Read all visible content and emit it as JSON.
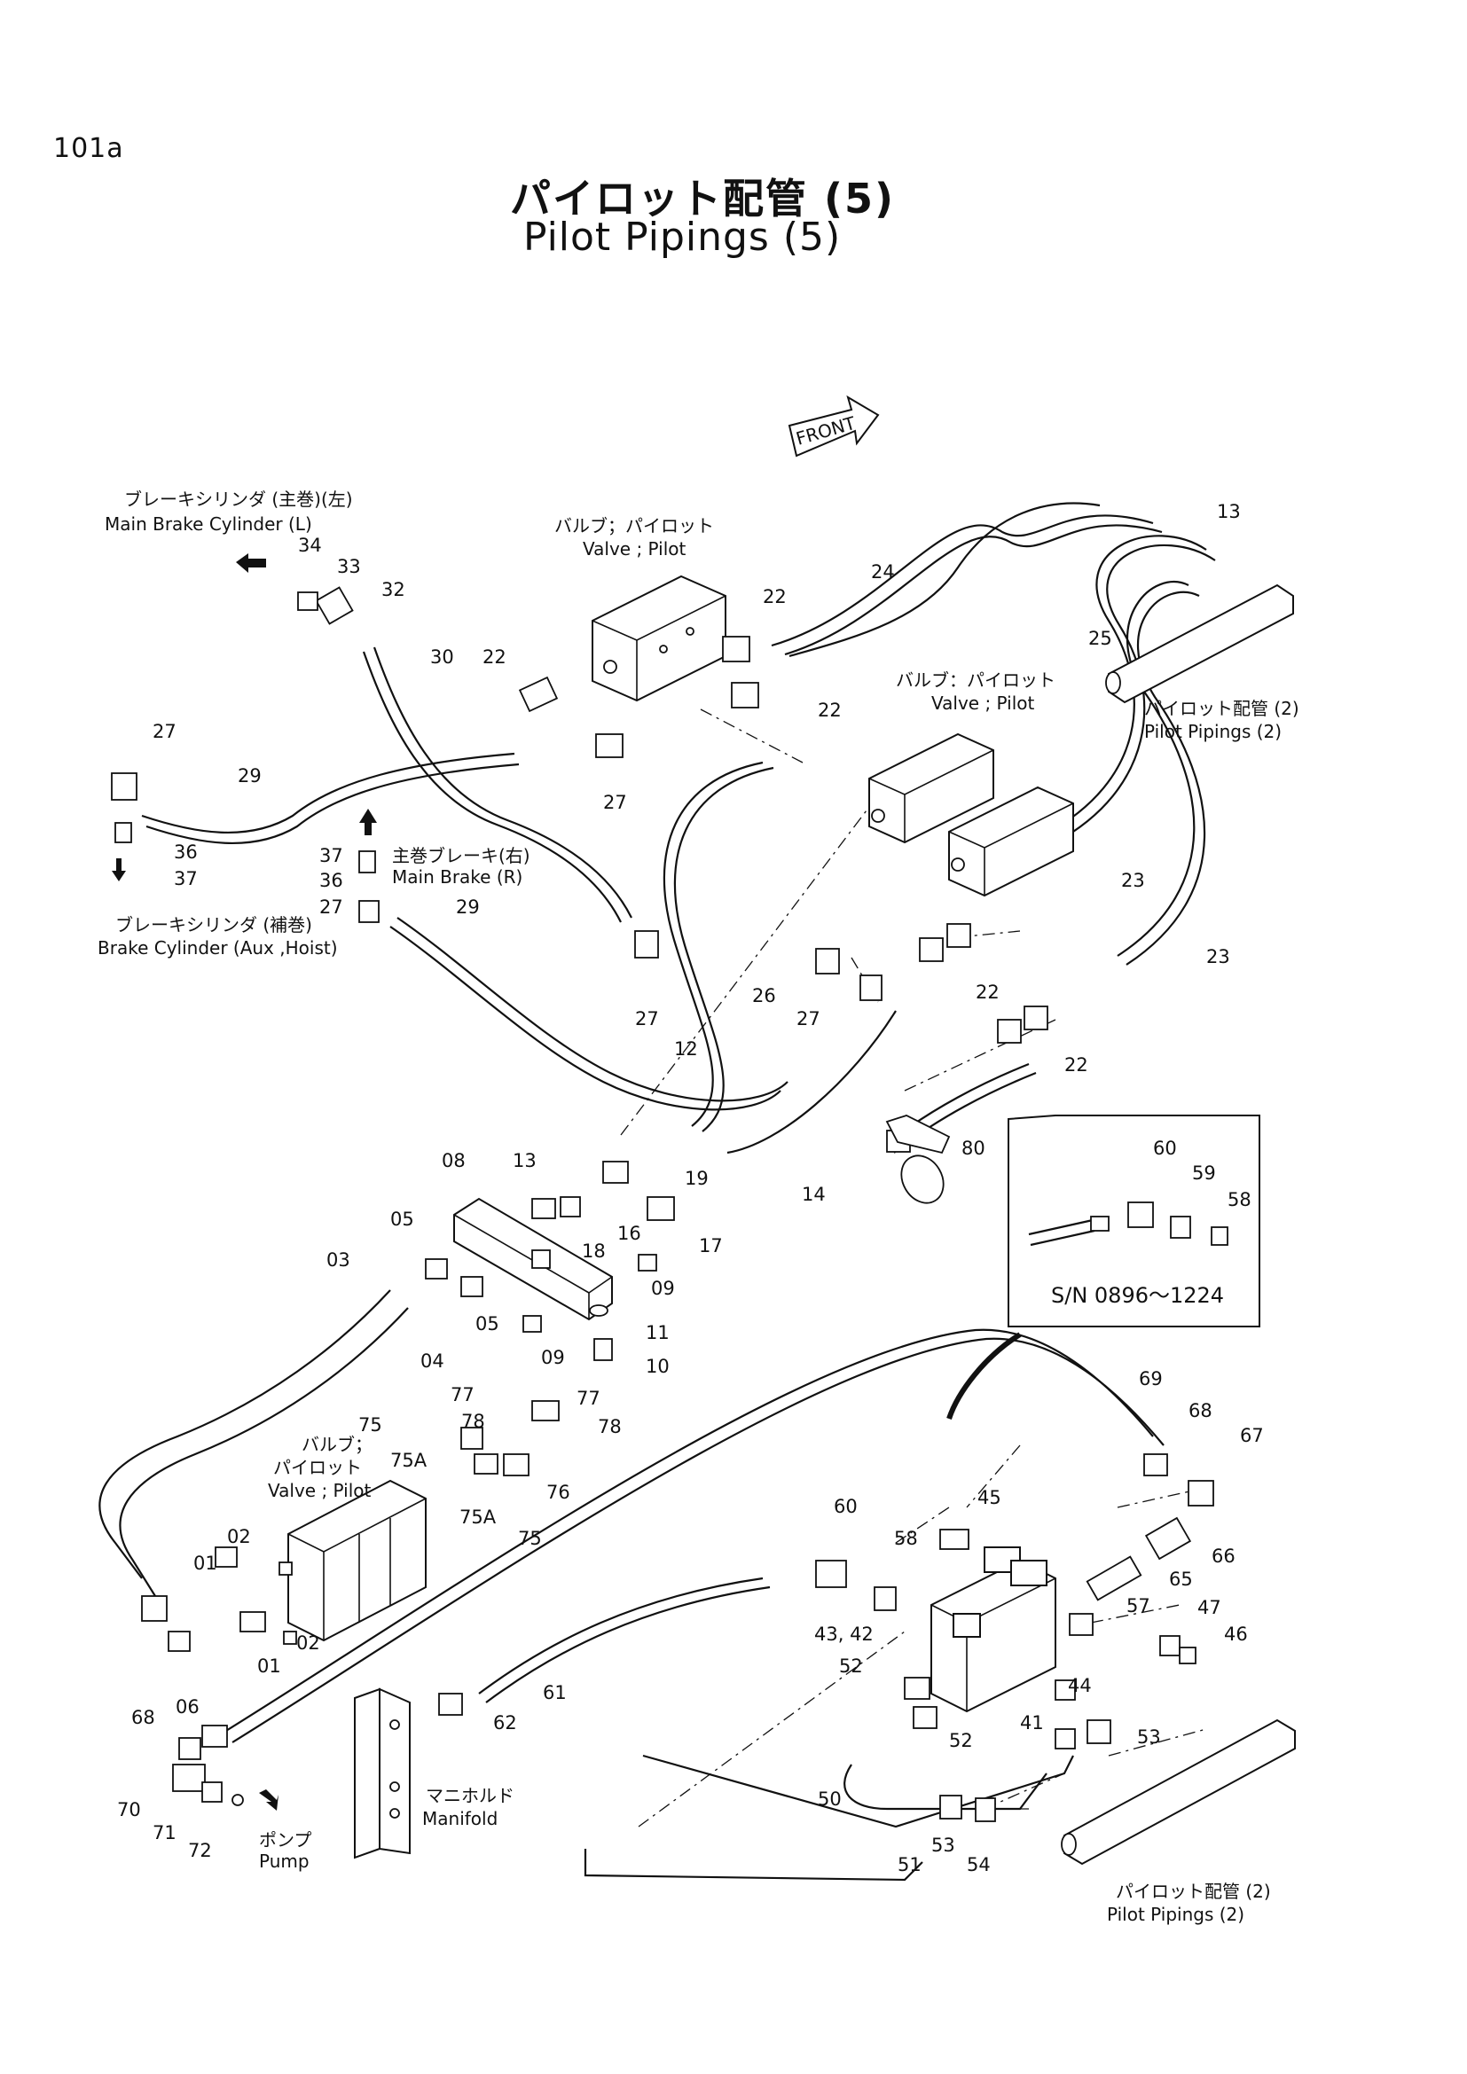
{
  "page_number": "101a",
  "title_ja": "パイロット配管 (5)",
  "title_en": "Pilot Pipings (5)",
  "front_label": "FRONT",
  "labels": {
    "brake_cyl_l_ja": "ブレーキシリンダ (主巻)(左)",
    "brake_cyl_l_en": "Main Brake Cylinder (L)",
    "valve_pilot_1_ja": "バルブ；パイロット",
    "valve_pilot_1_en": "Valve ; Pilot",
    "valve_pilot_2_ja": "バルブ：パイロット",
    "valve_pilot_2_en": "Valve ; Pilot",
    "pilot_pipings_2a_ja": "パイロット配管 (2)",
    "pilot_pipings_2a_en": "Pilot Pipings (2)",
    "main_brake_r_ja": "主巻ブレーキ(右)",
    "main_brake_r_en": "Main Brake (R)",
    "brake_cyl_aux_ja": "ブレーキシリンダ (補巻)",
    "brake_cyl_aux_en": "Brake Cylinder (Aux ,Hoist)",
    "valve_pilot_3_ja1": "バルブ；",
    "valve_pilot_3_ja2": "パイロット",
    "valve_pilot_3_en": "Valve ; Pilot",
    "serial_range": "S/N 0896～1224",
    "manifold_ja": "マニホルド",
    "manifold_en": "Manifold",
    "pump_ja": "ポンプ",
    "pump_en": "Pump",
    "pilot_pipings_2b_ja": "パイロット配管 (2)",
    "pilot_pipings_2b_en": "Pilot Pipings (2)"
  },
  "callouts": {
    "c13a": "13",
    "c24": "24",
    "c22a": "22",
    "c25": "25",
    "c22b": "22",
    "c30": "30",
    "c22c": "22",
    "c32": "32",
    "c33": "33",
    "c34": "34",
    "c27a": "27",
    "c29a": "29",
    "c36a": "36",
    "c37a": "37",
    "c27b": "27",
    "c37b": "37",
    "c36b": "36",
    "c27c": "27",
    "c29b": "29",
    "c27d": "27",
    "c23a": "23",
    "c23b": "23",
    "c26": "26",
    "c27e": "27",
    "c22d": "22",
    "c22e": "22",
    "c12": "12",
    "c08": "08",
    "c13b": "13",
    "c19": "19",
    "c14": "14",
    "c80": "80",
    "c16": "16",
    "c17": "17",
    "c18": "18",
    "c05a": "05",
    "c05b": "05",
    "c03": "03",
    "c04": "04",
    "c09a": "09",
    "c09b": "09",
    "c11": "11",
    "c10": "10",
    "c60a": "60",
    "c59": "59",
    "c58a": "58",
    "c77a": "77",
    "c77b": "77",
    "c78a": "78",
    "c78b": "78",
    "c75a": "75",
    "c75Aa": "75A",
    "c76": "76",
    "c75Ab": "75A",
    "c75b": "75",
    "c69": "69",
    "c68a": "68",
    "c67": "67",
    "c45": "45",
    "c60b": "60",
    "c58b": "58",
    "c66": "66",
    "c65": "65",
    "c01a": "01",
    "c02a": "02",
    "c01b": "01",
    "c02b": "02",
    "c06": "06",
    "c43": "43, 42",
    "c57": "57",
    "c47": "47",
    "c46": "46",
    "c52a": "52",
    "c44": "44",
    "c61": "61",
    "c68b": "68",
    "c62": "62",
    "c41": "41",
    "c53a": "53",
    "c52b": "52",
    "c70": "70",
    "c71": "71",
    "c72": "72",
    "c50": "50",
    "c53b": "53",
    "c54": "54",
    "c51": "51"
  }
}
